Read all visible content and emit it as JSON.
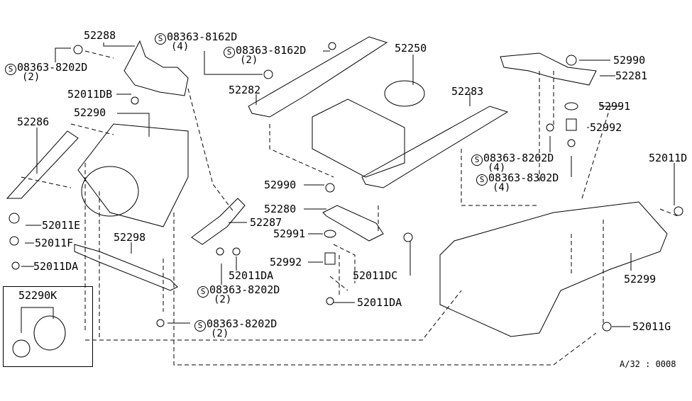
{
  "diagram": {
    "type": "exploded-parts-diagram",
    "reference_code": "A/32 : 0008",
    "standard_part_symbol": "S",
    "parts": [
      {
        "id": "p_52288",
        "label": "52288"
      },
      {
        "id": "p_08363_8202D_2_a",
        "label": "08363-8202D",
        "qty": "(2)",
        "standard": true
      },
      {
        "id": "p_08363_8162D_4",
        "label": "08363-8162D",
        "qty": "(4)",
        "standard": true
      },
      {
        "id": "p_08363_8162D_2",
        "label": "08363-8162D",
        "qty": "(2)",
        "standard": true
      },
      {
        "id": "p_52250",
        "label": "52250"
      },
      {
        "id": "p_52990_a",
        "label": "52990"
      },
      {
        "id": "p_52281",
        "label": "52281"
      },
      {
        "id": "p_52011DB",
        "label": "52011DB"
      },
      {
        "id": "p_52282",
        "label": "52282"
      },
      {
        "id": "p_52283",
        "label": "52283"
      },
      {
        "id": "p_52991_a",
        "label": "52991"
      },
      {
        "id": "p_52290",
        "label": "52290"
      },
      {
        "id": "p_52992_a",
        "label": "52992"
      },
      {
        "id": "p_52286",
        "label": "52286"
      },
      {
        "id": "p_08363_8202D_4",
        "label": "08363-8202D",
        "qty": "(4)",
        "standard": true
      },
      {
        "id": "p_52011D",
        "label": "52011D"
      },
      {
        "id": "p_08363_8302D_4",
        "label": "08363-8302D",
        "qty": "(4)",
        "standard": true
      },
      {
        "id": "p_52990_b",
        "label": "52990"
      },
      {
        "id": "p_52280",
        "label": "52280"
      },
      {
        "id": "p_52011E",
        "label": "52011E"
      },
      {
        "id": "p_52287",
        "label": "52287"
      },
      {
        "id": "p_52011F",
        "label": "52011F"
      },
      {
        "id": "p_52298",
        "label": "52298"
      },
      {
        "id": "p_52991_b",
        "label": "52991"
      },
      {
        "id": "p_52299",
        "label": "52299"
      },
      {
        "id": "p_52011DA_a",
        "label": "52011DA"
      },
      {
        "id": "p_52992_b",
        "label": "52992"
      },
      {
        "id": "p_52011DA_b",
        "label": "52011DA"
      },
      {
        "id": "p_52011DC",
        "label": "52011DC"
      },
      {
        "id": "p_08363_8202D_2_b",
        "label": "08363-8202D",
        "qty": "(2)",
        "standard": true
      },
      {
        "id": "p_52290K",
        "label": "52290K"
      },
      {
        "id": "p_52011DA_c",
        "label": "52011DA"
      },
      {
        "id": "p_08363_8202D_2_c",
        "label": "08363-8202D",
        "qty": "(2)",
        "standard": true
      },
      {
        "id": "p_52011G",
        "label": "52011G"
      }
    ]
  }
}
